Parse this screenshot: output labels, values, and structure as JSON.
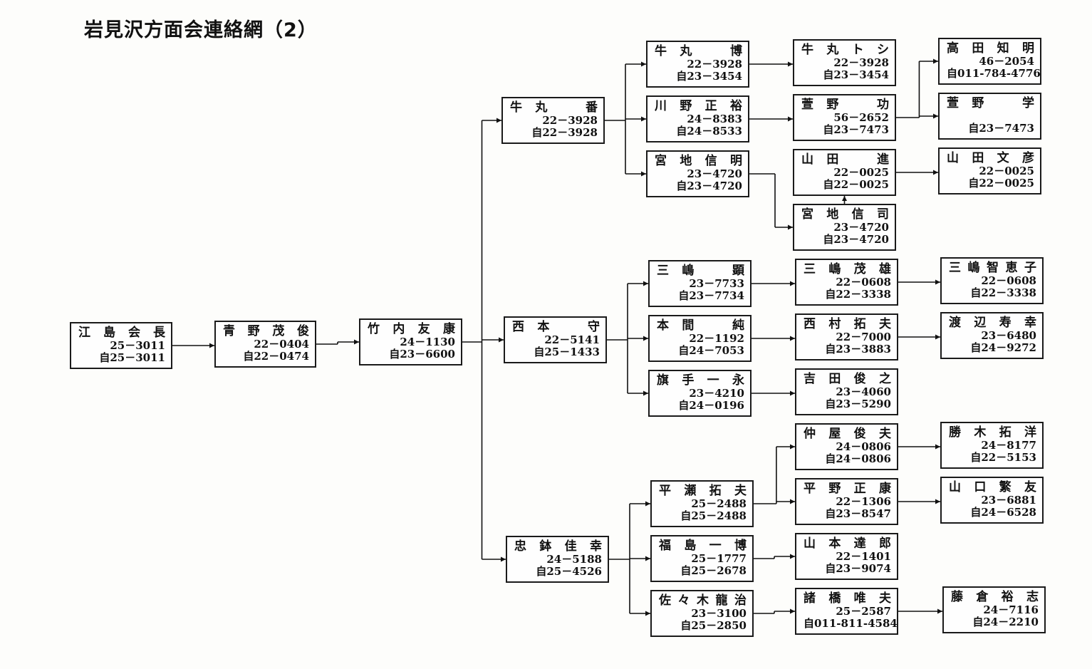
{
  "title": "岩見沢方面会連絡網（2）",
  "nodes": [
    {
      "id": "ejima",
      "name": "江島会長",
      "phones": [
        "25－3011",
        "自25－3011"
      ]
    },
    {
      "id": "aono",
      "name": "青野茂俊",
      "phones": [
        "22－0404",
        "自22－0474"
      ]
    },
    {
      "id": "takeuchi",
      "name": "竹内友康",
      "phones": [
        "24－1130",
        "自23－6600"
      ]
    },
    {
      "id": "ushimaru_ban",
      "name": "牛丸　番",
      "phones": [
        "22－3928",
        "自22－3928"
      ]
    },
    {
      "id": "nishimoto",
      "name": "西本　守",
      "phones": [
        "22－5141",
        "自25－1433"
      ]
    },
    {
      "id": "tadabachi",
      "name": "忠鉢佳幸",
      "phones": [
        "24－5188",
        "自25－4526"
      ]
    },
    {
      "id": "ushimaru_hiroshi",
      "name": "牛丸　博",
      "phones": [
        "22－3928",
        "自23－3454"
      ]
    },
    {
      "id": "kawano",
      "name": "川野正裕",
      "phones": [
        "24－8383",
        "自24－8533"
      ]
    },
    {
      "id": "miyaji_nobuaki",
      "name": "宮地信明",
      "phones": [
        "23－4720",
        "自23－4720"
      ]
    },
    {
      "id": "mishima_akira",
      "name": "三嶋　顕",
      "phones": [
        "23－7733",
        "自23－7734"
      ]
    },
    {
      "id": "honma",
      "name": "本間　純",
      "phones": [
        "22－1192",
        "自24－7053"
      ]
    },
    {
      "id": "hatate",
      "name": "旗手一永",
      "phones": [
        "23－4210",
        "自24－0196"
      ]
    },
    {
      "id": "hirase",
      "name": "平瀬拓夫",
      "phones": [
        "25－2488",
        "自25－2488"
      ]
    },
    {
      "id": "fukushima",
      "name": "福島一博",
      "phones": [
        "25－1777",
        "自25－2678"
      ]
    },
    {
      "id": "sasaki",
      "name": "佐々木龍治",
      "phones": [
        "23－3100",
        "自25－2850"
      ]
    },
    {
      "id": "ushimaru_toshi",
      "name": "牛丸トシ",
      "phones": [
        "22－3928",
        "自23－3454"
      ]
    },
    {
      "id": "kayano_isao",
      "name": "萱野　功",
      "phones": [
        "56－2652",
        "自23－7473"
      ]
    },
    {
      "id": "yamada_susumu",
      "name": "山田　進",
      "phones": [
        "22－0025",
        "自22－0025"
      ]
    },
    {
      "id": "miyaji_shinji",
      "name": "宮地信司",
      "phones": [
        "23－4720",
        "自23－4720"
      ]
    },
    {
      "id": "mishima_shigeo",
      "name": "三嶋茂雄",
      "phones": [
        "22－0608",
        "自22－3338"
      ]
    },
    {
      "id": "nishimura",
      "name": "西村拓夫",
      "phones": [
        "22－7000",
        "自23－3883"
      ]
    },
    {
      "id": "yoshida",
      "name": "吉田俊之",
      "phones": [
        "23－4060",
        "自23－5290"
      ]
    },
    {
      "id": "nakaya",
      "name": "仲屋俊夫",
      "phones": [
        "24－0806",
        "自24－0806"
      ]
    },
    {
      "id": "hirano",
      "name": "平野正康",
      "phones": [
        "22－1306",
        "自23－8547"
      ]
    },
    {
      "id": "yamamoto",
      "name": "山本達郎",
      "phones": [
        "22－1401",
        "自23－9074"
      ]
    },
    {
      "id": "morohashi",
      "name": "諸橋唯夫",
      "phones": [
        "25－2587",
        "自011-811-4584"
      ]
    },
    {
      "id": "takada",
      "name": "高田知明",
      "phones": [
        "46－2054",
        "自011-784-4776"
      ]
    },
    {
      "id": "kayano_manabu",
      "name": "萱野　学",
      "phones": [
        "",
        "自23－7473"
      ]
    },
    {
      "id": "yamada_fumihiko",
      "name": "山田文彦",
      "phones": [
        "22－0025",
        "自22－0025"
      ]
    },
    {
      "id": "mishima_chieko",
      "name": "三嶋智恵子",
      "phones": [
        "22－0608",
        "自22－3338"
      ]
    },
    {
      "id": "watanabe",
      "name": "渡辺寿幸",
      "phones": [
        "23－6480",
        "自24－9272"
      ]
    },
    {
      "id": "katsuki",
      "name": "勝木拓洋",
      "phones": [
        "24－8177",
        "自22－5153"
      ]
    },
    {
      "id": "yamaguchi",
      "name": "山口繁友",
      "phones": [
        "23－6881",
        "自24－6528"
      ]
    },
    {
      "id": "fujikura",
      "name": "藤倉裕志",
      "phones": [
        "24－7116",
        "自24－2210"
      ]
    }
  ],
  "edges": [
    [
      "ejima",
      "aono"
    ],
    [
      "aono",
      "takeuchi"
    ],
    [
      "takeuchi",
      "ushimaru_ban"
    ],
    [
      "takeuchi",
      "nishimoto"
    ],
    [
      "takeuchi",
      "tadabachi"
    ],
    [
      "ushimaru_ban",
      "ushimaru_hiroshi"
    ],
    [
      "ushimaru_ban",
      "kawano"
    ],
    [
      "ushimaru_ban",
      "miyaji_nobuaki"
    ],
    [
      "nishimoto",
      "mishima_akira"
    ],
    [
      "nishimoto",
      "honma"
    ],
    [
      "nishimoto",
      "hatate"
    ],
    [
      "tadabachi",
      "hirase"
    ],
    [
      "tadabachi",
      "fukushima"
    ],
    [
      "tadabachi",
      "sasaki"
    ],
    [
      "ushimaru_hiroshi",
      "ushimaru_toshi"
    ],
    [
      "kawano",
      "kayano_isao"
    ],
    [
      "miyaji_nobuaki",
      "miyaji_shinji"
    ],
    [
      "miyaji_shinji",
      "yamada_susumu"
    ],
    [
      "mishima_akira",
      "mishima_shigeo"
    ],
    [
      "honma",
      "nishimura"
    ],
    [
      "hatate",
      "yoshida"
    ],
    [
      "hirase",
      "nakaya"
    ],
    [
      "hirase",
      "hirano"
    ],
    [
      "fukushima",
      "yamamoto"
    ],
    [
      "sasaki",
      "morohashi"
    ],
    [
      "kayano_isao",
      "takada"
    ],
    [
      "kayano_isao",
      "kayano_manabu"
    ],
    [
      "yamada_susumu",
      "yamada_fumihiko"
    ],
    [
      "mishima_shigeo",
      "mishima_chieko"
    ],
    [
      "nishimura",
      "watanabe"
    ],
    [
      "nakaya",
      "katsuki"
    ],
    [
      "hirano",
      "yamaguchi"
    ],
    [
      "morohashi",
      "fujikura"
    ]
  ]
}
